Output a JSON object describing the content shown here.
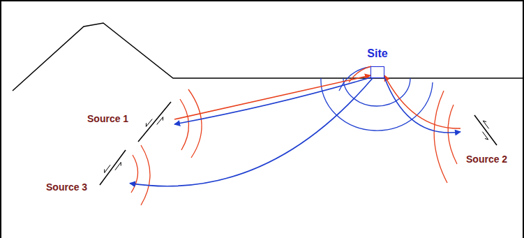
{
  "diagram": {
    "nodes": [
      {
        "text": [
          "Site"
        ]
      },
      {
        "text": [
          "Source 1"
        ]
      },
      {
        "text": [
          "Source 2"
        ]
      },
      {
        "text": [
          "Source 3"
        ]
      }
    ],
    "edges": [
      {
        "from": 1,
        "to": 0,
        "arrow": "to"
      },
      {
        "from": 0,
        "to": 1,
        "arrow": "to"
      },
      {
        "from": 2,
        "to": 0,
        "arrow": "to"
      },
      {
        "from": 0,
        "to": 2,
        "arrow": "to"
      },
      {
        "from": 0,
        "to": 3,
        "arrow": "to"
      }
    ]
  }
}
